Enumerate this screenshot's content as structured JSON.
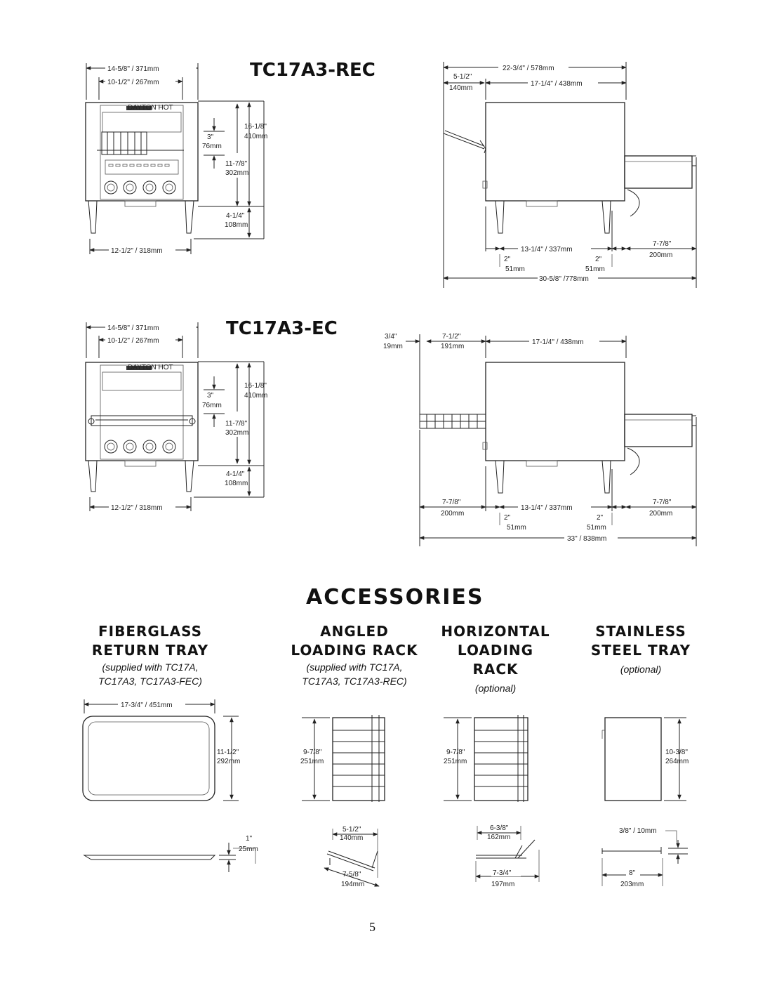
{
  "models": [
    {
      "title": "TC17A3-REC",
      "front": {
        "overall_width": "14-5/8\" / 371mm",
        "inner_width": "10-1/2\" / 267mm",
        "opening_in": "3\"",
        "opening_mm": "76mm",
        "height_in": "16-1/8\"",
        "height_mm": "410mm",
        "body_in": "11-7/8\"",
        "body_mm": "302mm",
        "leg_in": "4-1/4\"",
        "leg_mm": "108mm",
        "base_width": "12-1/2\" / 318mm"
      },
      "side": {
        "overall_depth": "22-3/4\" / 578mm",
        "front_in": "5-1/2\"",
        "front_mm": "140mm",
        "body_depth": "17-1/4\" / 438mm",
        "legs_span": "13-1/4\" / 337mm",
        "rear_ext_in": "7-7/8\"",
        "rear_ext_mm": "200mm",
        "leg_inset_a_in": "2\"",
        "leg_inset_a_mm": "51mm",
        "leg_inset_b_in": "2\"",
        "leg_inset_b_mm": "51mm",
        "total": "30-5/8\" /778mm"
      }
    },
    {
      "title": "TC17A3-EC",
      "front": {
        "overall_width": "14-5/8\" / 371mm",
        "inner_width": "10-1/2\" / 267mm",
        "opening_in": "3\"",
        "opening_mm": "76mm",
        "height_in": "16-1/8\"",
        "height_mm": "410mm",
        "body_in": "11-7/8\"",
        "body_mm": "302mm",
        "leg_in": "4-1/4\"",
        "leg_mm": "108mm",
        "base_width": "12-1/2\" / 318mm"
      },
      "side": {
        "lip_in": "3/4\"",
        "lip_mm": "19mm",
        "rack_in": "7-1/2\"",
        "rack_mm": "191mm",
        "body_depth": "17-1/4\" / 438mm",
        "front_ext_in": "7-7/8\"",
        "front_ext_mm": "200mm",
        "legs_span": "13-1/4\" / 337mm",
        "rear_ext_in": "7-7/8\"",
        "rear_ext_mm": "200mm",
        "leg_inset_a_in": "2\"",
        "leg_inset_a_mm": "51mm",
        "leg_inset_b_in": "2\"",
        "leg_inset_b_mm": "51mm",
        "total": "33\" / 838mm"
      }
    }
  ],
  "accessories": {
    "heading": "ACCESSORIES",
    "items": [
      {
        "name1": "FIBERGLASS",
        "name2": "RETURN TRAY",
        "note1": "(supplied with TC17A,",
        "note2": "TC17A3, TC17A3-FEC)",
        "width": "17-3/4\" / 451mm",
        "depth_in": "11-1/2\"",
        "depth_mm": "292mm",
        "thick_in": "1\"",
        "thick_mm": "25mm"
      },
      {
        "name1": "ANGLED",
        "name2": "LOADING RACK",
        "note1": "(supplied with TC17A,",
        "note2": "TC17A3, TC17A3-REC)",
        "height_in": "9-7/8\"",
        "height_mm": "251mm",
        "top_in": "5-1/2\"",
        "top_mm": "140mm",
        "diag_in": "7-5/8\"",
        "diag_mm": "194mm"
      },
      {
        "name1": "HORIZONTAL",
        "name2": "LOADING",
        "name3": "RACK",
        "note1": "(optional)",
        "height_in": "9-7/8\"",
        "height_mm": "251mm",
        "top_in": "6-3/8\"",
        "top_mm": "162mm",
        "base_in": "7-3/4\"",
        "base_mm": "197mm"
      },
      {
        "name1": "STAINLESS",
        "name2": "STEEL TRAY",
        "note1": "(optional)",
        "height_in": "10-3/8\"",
        "height_mm": "264mm",
        "lip": "3/8\" / 10mm",
        "width_in": "8\"",
        "width_mm": "203mm"
      }
    ]
  },
  "page_number": "5",
  "logo_text": "DAYTON HOT"
}
